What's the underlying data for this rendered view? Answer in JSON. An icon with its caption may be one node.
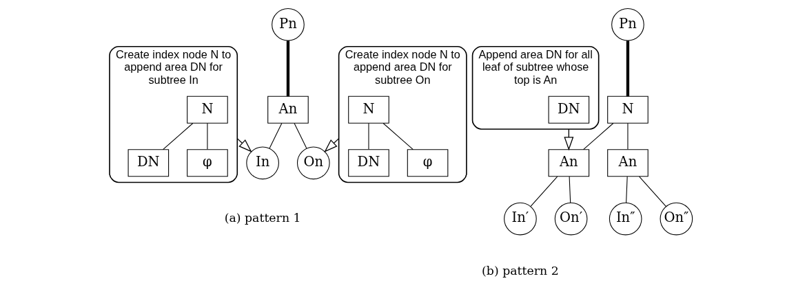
{
  "diagram": {
    "nodes": [
      {
        "text": [
          "Create index node N to append area DN for subtree In"
        ]
      },
      {
        "text": [
          "N"
        ],
        "in": 0
      },
      {
        "text": [
          "DN"
        ],
        "in": 0
      },
      {
        "text": [
          "φ"
        ],
        "in": 0
      },
      {
        "text": [
          "Pn"
        ]
      },
      {
        "text": [
          "An"
        ]
      },
      {
        "text": [
          "In"
        ]
      },
      {
        "text": [
          "On"
        ]
      },
      {
        "text": [
          "Create index node N to append area DN for subtree On"
        ]
      },
      {
        "text": [
          "N"
        ],
        "in": 8
      },
      {
        "text": [
          "DN"
        ],
        "in": 8
      },
      {
        "text": [
          "φ"
        ],
        "in": 8
      },
      {
        "text": [
          "Append area DN for all leaf of subtree whose top is An"
        ]
      },
      {
        "text": [
          "DN"
        ],
        "in": 12
      },
      {
        "text": [
          "Pn"
        ]
      },
      {
        "text": [
          "N"
        ]
      },
      {
        "text": [
          "An"
        ]
      },
      {
        "text": [
          "An"
        ]
      },
      {
        "text": [
          "In′"
        ]
      },
      {
        "text": [
          "On′"
        ]
      },
      {
        "text": [
          "In″"
        ]
      },
      {
        "text": [
          "On″"
        ]
      }
    ],
    "edges": [
      {
        "from": 1,
        "to": 2,
        "arrow": "none"
      },
      {
        "from": 1,
        "to": 3,
        "arrow": "none"
      },
      {
        "from": 4,
        "to": 5,
        "arrow": "none",
        "style": "thick"
      },
      {
        "from": 5,
        "to": 6,
        "arrow": "none"
      },
      {
        "from": 5,
        "to": 7,
        "arrow": "none"
      },
      {
        "from": 0,
        "to": 6,
        "arrow": "to"
      },
      {
        "from": 8,
        "to": 7,
        "arrow": "to"
      },
      {
        "from": 9,
        "to": 10,
        "arrow": "none"
      },
      {
        "from": 9,
        "to": 11,
        "arrow": "none"
      },
      {
        "from": 14,
        "to": 15,
        "arrow": "none",
        "style": "thick"
      },
      {
        "from": 15,
        "to": 16,
        "arrow": "none"
      },
      {
        "from": 15,
        "to": 17,
        "arrow": "none"
      },
      {
        "from": 16,
        "to": 18,
        "arrow": "none"
      },
      {
        "from": 16,
        "to": 19,
        "arrow": "none"
      },
      {
        "from": 17,
        "to": 20,
        "arrow": "none"
      },
      {
        "from": 17,
        "to": 21,
        "arrow": "none"
      },
      {
        "from": 12,
        "to": 16,
        "arrow": "to"
      }
    ],
    "labels": [
      "(a) pattern 1",
      "(b) pattern 2"
    ]
  }
}
